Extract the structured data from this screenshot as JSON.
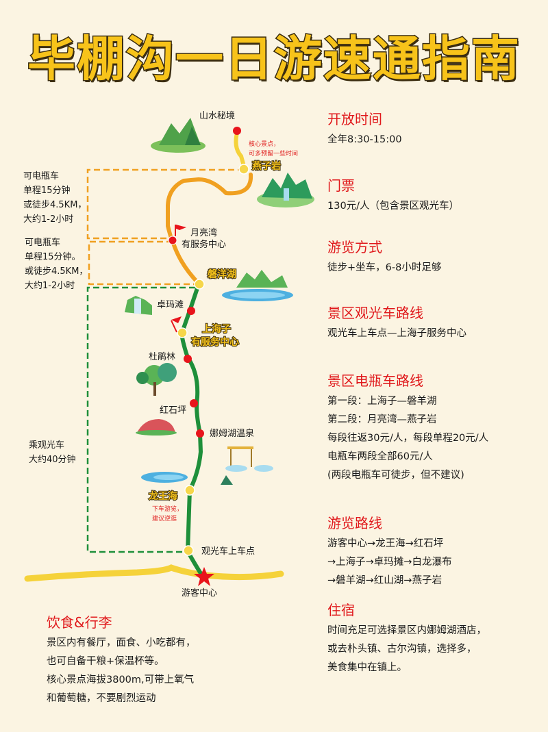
{
  "title": "毕棚沟一日游速通指南",
  "colors": {
    "background": "#fbf4e2",
    "title_fill": "#f7c31a",
    "heading_red": "#e0181b",
    "route_green": "#1e8f3a",
    "route_orange": "#f0a020",
    "route_yellow": "#f5d23a",
    "stop_red": "#e8141c",
    "stop_yellow": "#f6d64a"
  },
  "map": {
    "stops": [
      {
        "name": "山水秘境",
        "type": "red"
      },
      {
        "name": "燕子岩",
        "type": "yellow",
        "style": "gold"
      },
      {
        "name": "月亮湾",
        "sub": "有服务中心",
        "type": "red"
      },
      {
        "name": "磐洋湖",
        "type": "yellow",
        "style": "gold"
      },
      {
        "name": "卓玛滩",
        "type": "red"
      },
      {
        "name": "上海子",
        "sub": "有服务中心",
        "type": "yellow",
        "style": "gold"
      },
      {
        "name": "杜鹃林",
        "type": "red"
      },
      {
        "name": "红石坪",
        "type": "red"
      },
      {
        "name": "娜姆湖温泉",
        "type": "red"
      },
      {
        "name": "龙王海",
        "type": "yellow",
        "style": "gold"
      },
      {
        "name": "观光车上车点",
        "type": "yellow"
      },
      {
        "name": "游客中心",
        "type": "star"
      }
    ],
    "notes": {
      "yanziyan": "核心景点，\n可多预留一些时间",
      "longwanghai": "下车游览，\n建议逆逛"
    },
    "side_labels": {
      "segment2": "可电瓶车\n单程15分钟\n或徒步4.5KM，\n大约1-2小时",
      "segment1": "可电瓶车\n单程15分钟。\n或徒步4.5KM，\n大约1-2小时",
      "bus": "乘观光车\n大约40分钟"
    }
  },
  "info": [
    {
      "heading": "开放时间",
      "lines": [
        "全年8:30-15:00"
      ]
    },
    {
      "heading": "门票",
      "lines": [
        "130元/人（包含景区观光车）"
      ]
    },
    {
      "heading": "游览方式",
      "lines": [
        "徒步+坐车，6-8小时足够"
      ]
    },
    {
      "heading": "景区观光车路线",
      "lines": [
        "观光车上车点—上海子服务中心"
      ]
    },
    {
      "heading": "景区电瓶车路线",
      "lines": [
        "第一段：上海子—磐羊湖",
        "第二段：月亮湾—燕子岩",
        "每段往返30元/人，每段单程20元/人",
        "电瓶车两段全部60元/人",
        "(两段电瓶车可徒步，但不建议)"
      ]
    },
    {
      "heading": "游览路线",
      "lines": [
        "游客中心→龙王海→红石坪",
        "→上海子→卓玛摊→白龙瀑布",
        "→磐羊湖→红山湖→燕子岩"
      ]
    },
    {
      "heading": "住宿",
      "lines": [
        "时间充足可选择景区内娜姆湖酒店，",
        "或去朴头镇、古尔沟镇，选择多，",
        "美食集中在镇上。"
      ]
    }
  ],
  "food": {
    "heading": "饮食&行李",
    "lines": [
      "景区内有餐厅，面食、小吃都有，",
      "也可自备干粮+保温杯等。",
      "核心景点海拔3800m,可带上氧气",
      "和葡萄糖，不要剧烈运动"
    ]
  }
}
